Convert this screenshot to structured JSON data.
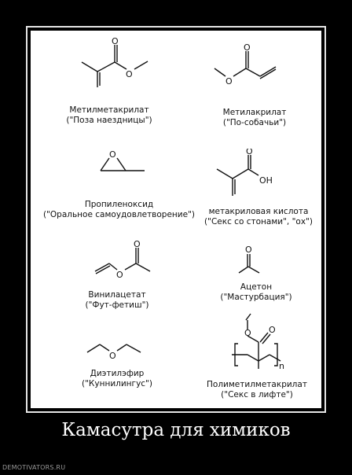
{
  "molecules": [
    {
      "id": "methyl-methacrylate",
      "name": "Метилметакрилат",
      "nickname": "(\"Поза наездницы\")"
    },
    {
      "id": "methyl-acrylate",
      "name": "Метилакрилат",
      "nickname": "(\"По-собачьи\")"
    },
    {
      "id": "propylene-oxide",
      "name": "Пропиленоксид",
      "nickname": "(\"Оральное самоудовлетворение\")"
    },
    {
      "id": "methacrylic-acid",
      "name": "метакриловая кислота",
      "nickname": "(\"Секс со стонами\", \"ох\")"
    },
    {
      "id": "vinyl-acetate",
      "name": "Винилацетат",
      "nickname": "(\"Фут-фетиш\")"
    },
    {
      "id": "acetone",
      "name": "Ацетон",
      "nickname": "(\"Мастурбация\")"
    },
    {
      "id": "diethyl-ether",
      "name": "Диэтилэфир",
      "nickname": "(\"Куннилингус\")"
    },
    {
      "id": "pmma",
      "name": "Полиметилметакрилат",
      "nickname": "(\"Секс в лифте\")"
    }
  ],
  "atom_labels": {
    "oxygen": "O",
    "hydroxyl": "OH",
    "polymer_index": "n"
  },
  "title": "Камасутра для химиков",
  "watermark": "DEMOTIVATORS.RU"
}
